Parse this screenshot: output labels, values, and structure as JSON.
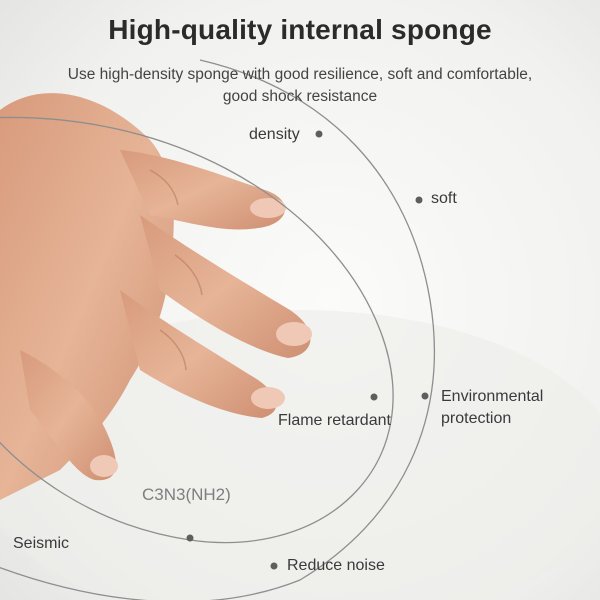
{
  "headline": "High-quality internal sponge",
  "subtitle": {
    "line1": "Use high-density sponge with good resilience, soft and comfortable,",
    "line2": "good shock resistance"
  },
  "labels": {
    "density": "density",
    "soft": "soft",
    "environmental_line1": "Environmental",
    "environmental_line2": "protection",
    "flame_retardant": "Flame retardant",
    "seismic": "Seismic",
    "reduce_noise": "Reduce noise"
  },
  "formula": "C3N3(NH2)",
  "colors": {
    "arc": "#8e8e8e",
    "dot": "#5e5e5e",
    "skin": "#e2ac8e",
    "sponge": "#f7f7f5"
  }
}
